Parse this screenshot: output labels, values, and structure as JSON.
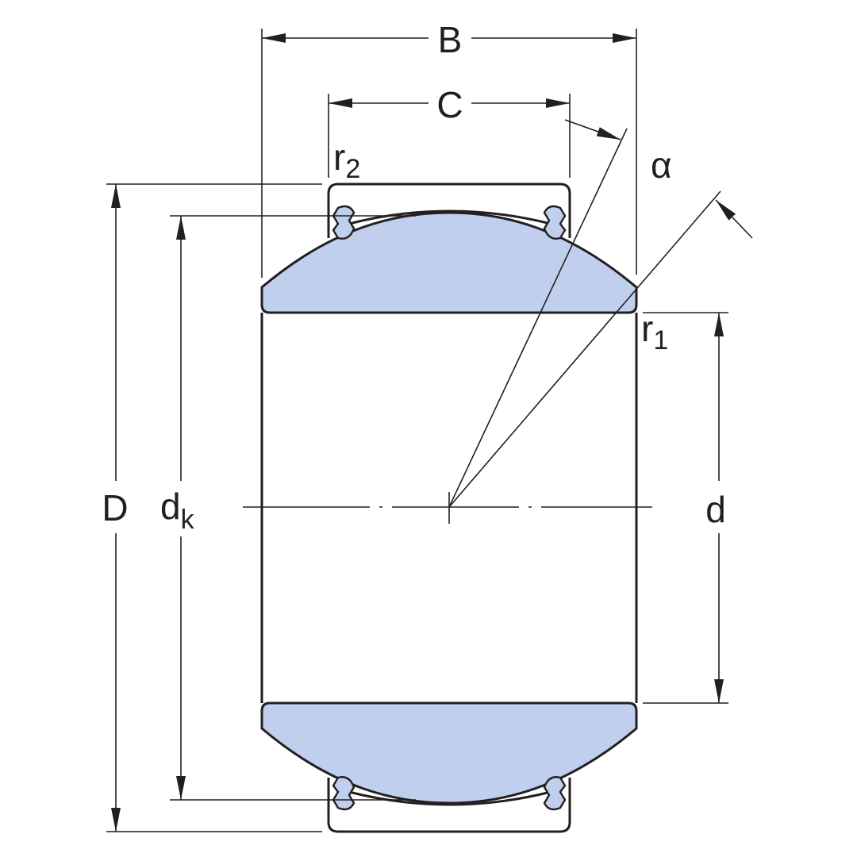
{
  "diagram": {
    "labels": {
      "B": "B",
      "C": "C",
      "alpha": "α",
      "r2_base": "r",
      "r2_sub": "2",
      "r1_base": "r",
      "r1_sub": "1",
      "D": "D",
      "dk_base": "d",
      "dk_sub": "k",
      "d": "d"
    },
    "colors": {
      "line": "#231f20",
      "fill": "#c0cfee",
      "background": "#ffffff"
    }
  }
}
